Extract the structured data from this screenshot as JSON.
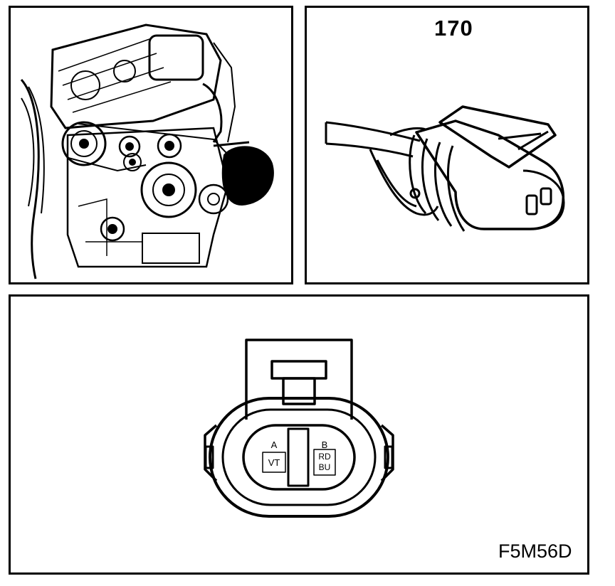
{
  "component_code": "170",
  "figure_id": "F5M56D",
  "connector": {
    "pins": [
      {
        "letter": "A",
        "wire_color": [
          "VT"
        ]
      },
      {
        "letter": "B",
        "wire_color": [
          "RD",
          "BU"
        ]
      }
    ]
  }
}
